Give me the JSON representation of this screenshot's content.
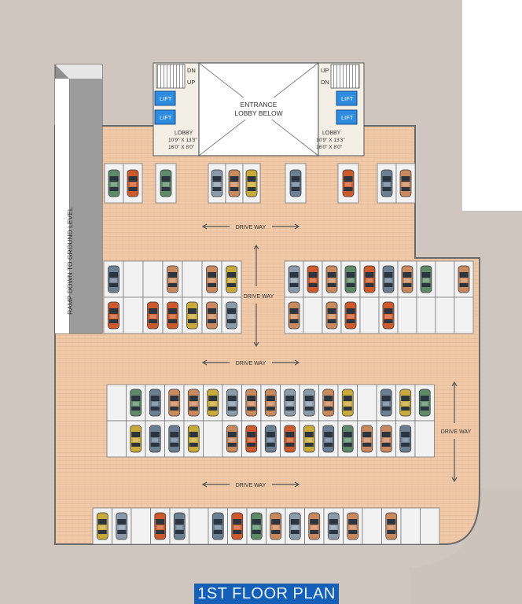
{
  "title": "1ST FLOOR PLAN",
  "labels": {
    "ramp": "RAMP DOWN TO GROUND LEVEL",
    "entrance_line1": "ENTRANCE",
    "entrance_line2": "LOBBY BELOW",
    "drive_way": "DRIVE WAY",
    "lift": "LIFT",
    "up": "UP",
    "dn": "DN",
    "lobby_left": {
      "name": "LOBBY",
      "dim1": "10'9\" X 13'3\"",
      "dim2": "16'0\" X 8'0\""
    },
    "lobby_right": {
      "name": "LOBBY",
      "dim1": "10'9\" X 13'3\"",
      "dim2": "16'0\" X 8'0\""
    }
  },
  "colors": {
    "site": "#cfc7bf",
    "floor": "#efc9a8",
    "bay": "#f2f2f2",
    "wall": "#6a6a6a",
    "ramp": "#8f8f8f",
    "lift": "#2d8be0",
    "title_bg": "#1460b8",
    "car_palette": [
      "#6b7f92",
      "#cc5a2c",
      "#c8895f",
      "#5f8a6a",
      "#c8a93c",
      "#8a9aa8"
    ]
  },
  "icons": {
    "arrow": "double-headed-arrow-icon",
    "car": "car-icon",
    "stairs": "stairs-icon"
  }
}
